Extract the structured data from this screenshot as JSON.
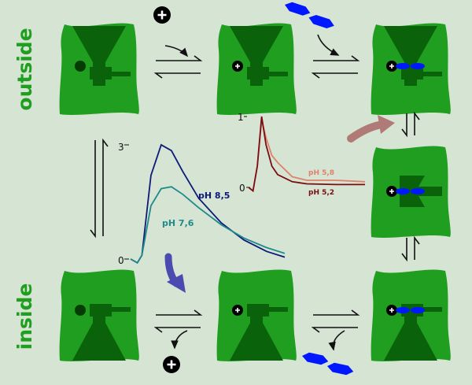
{
  "labels": {
    "outside": "outside",
    "inside": "inside"
  },
  "colors": {
    "background": "#d6e4d4",
    "transporter_body": "#1f9e1f",
    "transporter_dark": "#0a620a",
    "label_green": "#1f9e1f",
    "substrate": "#0018ff",
    "ph85": "#0d1a78",
    "ph76": "#1f8a8a",
    "ph58": "#e0826a",
    "ph52": "#7a0c12",
    "arrow_blue": "#4a4ab0",
    "arrow_brown": "#b07a76"
  },
  "icons": {
    "cation": "plus-circle-icon",
    "substrate": "hexagon-pair-icon"
  },
  "chart_data": [
    {
      "type": "line",
      "ylim": [
        0,
        3
      ],
      "yticks": [
        "0",
        "3"
      ],
      "series": [
        {
          "name": "pH 8,5",
          "color": "#0d1a78",
          "peak": 3.0,
          "values": [
            [
              0,
              0
            ],
            [
              0.3,
              -0.1
            ],
            [
              0.5,
              0.1
            ],
            [
              0.9,
              2.2
            ],
            [
              1.35,
              3.0
            ],
            [
              1.8,
              2.85
            ],
            [
              2.3,
              2.3
            ],
            [
              3,
              1.6
            ],
            [
              4,
              0.95
            ],
            [
              5,
              0.5
            ],
            [
              6,
              0.2
            ],
            [
              6.8,
              0.05
            ]
          ]
        },
        {
          "name": "pH 7,6",
          "color": "#1f8a8a",
          "peak": 1.9,
          "values": [
            [
              0,
              0
            ],
            [
              0.3,
              -0.1
            ],
            [
              0.5,
              0.1
            ],
            [
              0.9,
              1.4
            ],
            [
              1.35,
              1.85
            ],
            [
              1.8,
              1.9
            ],
            [
              2.3,
              1.7
            ],
            [
              3,
              1.35
            ],
            [
              4,
              0.9
            ],
            [
              5,
              0.55
            ],
            [
              6,
              0.3
            ],
            [
              6.8,
              0.15
            ]
          ]
        }
      ]
    },
    {
      "type": "line",
      "ylim": [
        0,
        1
      ],
      "yticks": [
        "0",
        "1"
      ],
      "series": [
        {
          "name": "pH 5,8",
          "color": "#e0826a",
          "peak": 0.95,
          "values": [
            [
              0,
              0
            ],
            [
              0.15,
              -0.05
            ],
            [
              0.3,
              0.3
            ],
            [
              0.45,
              0.95
            ],
            [
              0.6,
              0.7
            ],
            [
              0.8,
              0.45
            ],
            [
              1,
              0.35
            ],
            [
              1.5,
              0.15
            ],
            [
              2,
              0.1
            ],
            [
              3,
              0.1
            ],
            [
              4,
              0.08
            ]
          ]
        },
        {
          "name": "pH 5,2",
          "color": "#7a0c12",
          "peak": 1.0,
          "values": [
            [
              0,
              0
            ],
            [
              0.15,
              -0.05
            ],
            [
              0.3,
              0.3
            ],
            [
              0.45,
              1.0
            ],
            [
              0.6,
              0.6
            ],
            [
              0.8,
              0.3
            ],
            [
              1,
              0.18
            ],
            [
              1.5,
              0.08
            ],
            [
              2,
              0.05
            ],
            [
              3,
              0.04
            ],
            [
              4,
              0.04
            ]
          ]
        }
      ]
    }
  ]
}
